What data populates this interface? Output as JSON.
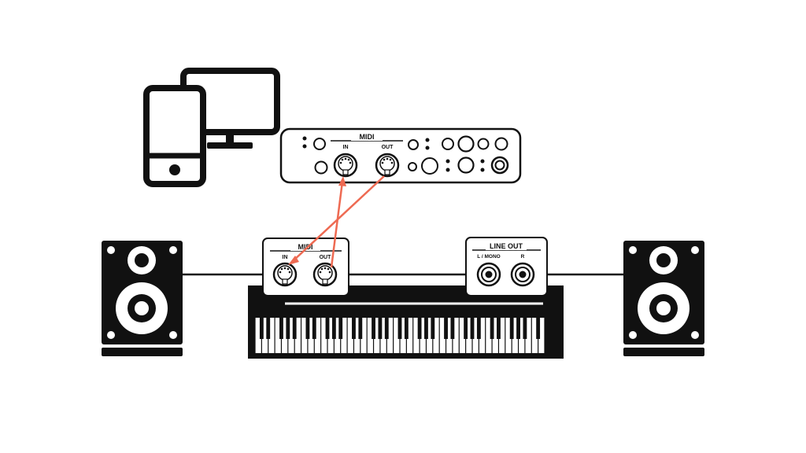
{
  "interface": {
    "midi_label": "MIDI",
    "in_label": "IN",
    "out_label": "OUT"
  },
  "keyboard": {
    "midi_label": "MIDI",
    "in_label": "IN",
    "out_label": "OUT",
    "line_out_label": "LINE OUT",
    "left_label": "L / MONO",
    "right_label": "R"
  },
  "colors": {
    "cable": "#ee6a52",
    "ink": "#111111",
    "background": "#ffffff"
  },
  "icons": [
    "smartphone-icon",
    "computer-monitor-icon",
    "audio-interface-icon",
    "speaker-icon",
    "piano-keyboard-icon",
    "midi-din-port-icon",
    "jack-port-icon"
  ]
}
